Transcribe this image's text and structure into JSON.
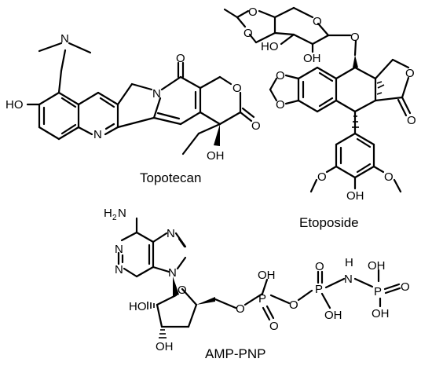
{
  "captions": {
    "topotecan": "Topotecan",
    "etoposide": "Etoposide",
    "amp_pnp": "AMP-PNP"
  },
  "atoms": {
    "N": "N",
    "O": "O",
    "OH": "OH",
    "HO": "HO",
    "H": "H",
    "H2N_H": "H",
    "H2N_2": "2",
    "H2N_N": "N",
    "P": "P"
  }
}
